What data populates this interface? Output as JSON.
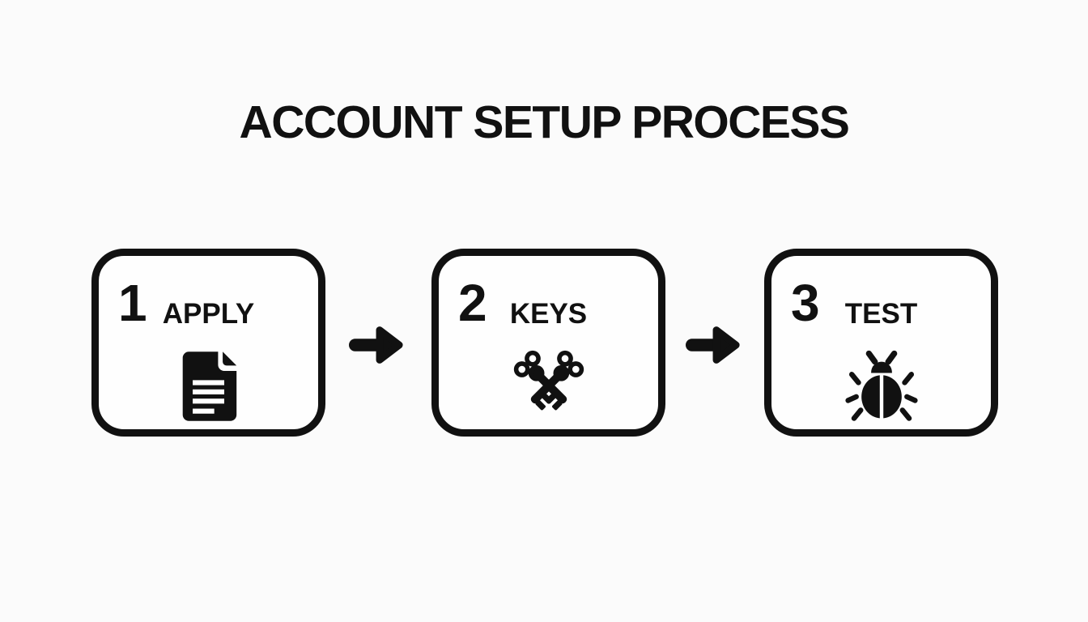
{
  "page": {
    "background_color": "#fbfbfb",
    "ink_color": "#111111"
  },
  "title": "ACCOUNT SETUP PROCESS",
  "steps": [
    {
      "number": "1",
      "label": "APPLY",
      "icon": "document-icon"
    },
    {
      "number": "2",
      "label": "KEYS",
      "icon": "crossed-keys-icon"
    },
    {
      "number": "3",
      "label": "TEST",
      "icon": "bug-icon"
    }
  ],
  "connectors": [
    {
      "icon": "arrow-right-icon",
      "from": "APPLY",
      "to": "KEYS"
    },
    {
      "icon": "arrow-right-icon",
      "from": "KEYS",
      "to": "TEST"
    }
  ]
}
